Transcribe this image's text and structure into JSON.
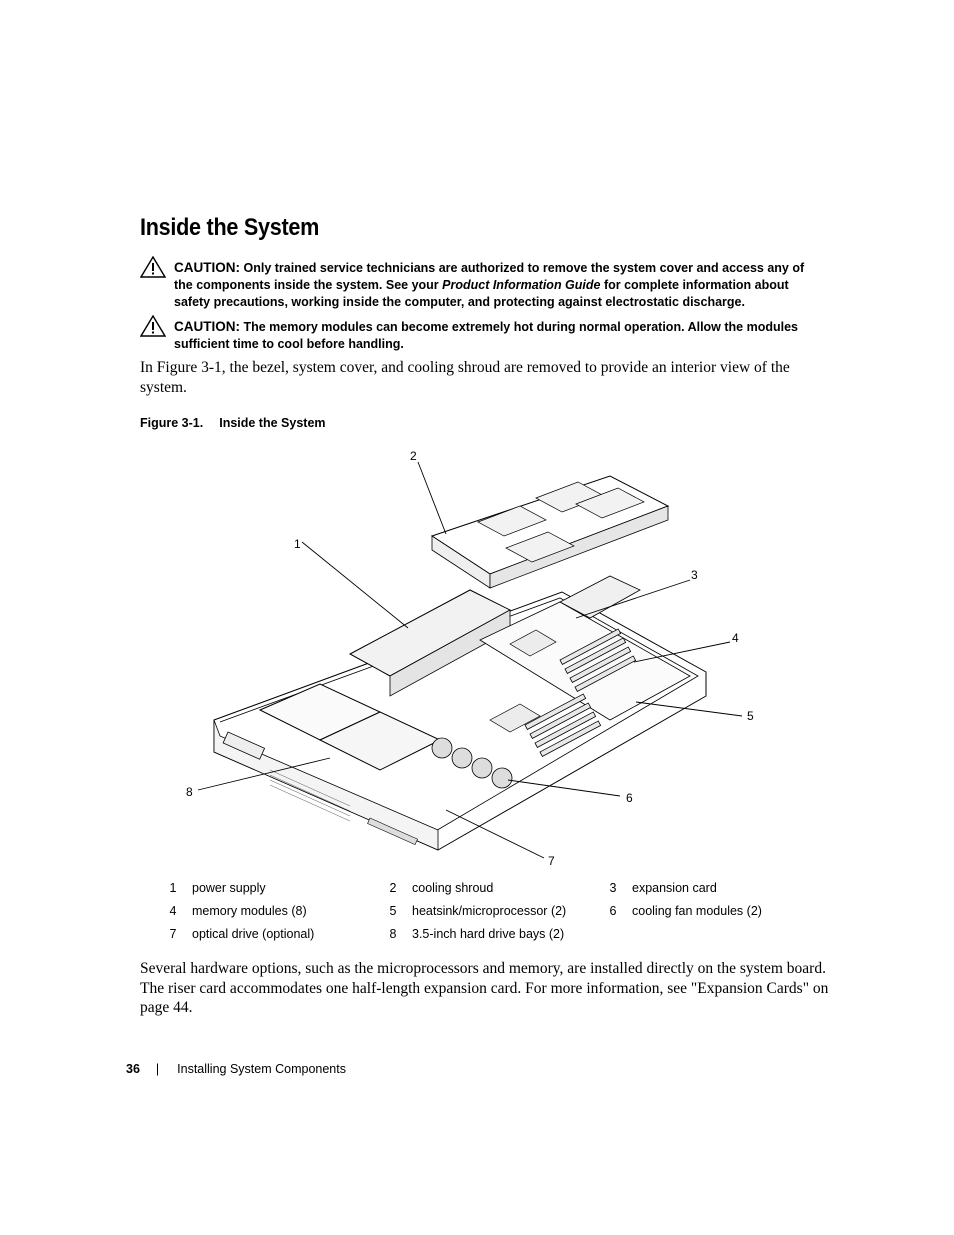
{
  "page": {
    "title": "Inside the System",
    "cautions": [
      {
        "label": "CAUTION:",
        "text_before": "Only trained service technicians are authorized to remove the system cover and access any of the components inside the system. See your ",
        "guide": "Product Information Guide",
        "text_after": " for complete information about safety precautions, working inside the computer, and protecting against electrostatic discharge."
      },
      {
        "label": "CAUTION:",
        "text_before": "The memory modules can become extremely hot during normal operation. Allow the modules sufficient time to cool before handling.",
        "guide": "",
        "text_after": ""
      }
    ],
    "intro": "In Figure 3-1, the bezel, system cover, and cooling shroud are removed to provide an interior view of the system.",
    "figure": {
      "number": "Figure 3-1.",
      "caption": "Inside the System",
      "callouts": [
        "1",
        "2",
        "3",
        "4",
        "5",
        "6",
        "7",
        "8"
      ]
    },
    "legend": {
      "rows": [
        [
          {
            "num": "1",
            "label": "power supply"
          },
          {
            "num": "2",
            "label": "cooling shroud"
          },
          {
            "num": "3",
            "label": "expansion card"
          }
        ],
        [
          {
            "num": "4",
            "label": "memory modules (8)"
          },
          {
            "num": "5",
            "label": "heatsink/microprocessor (2)"
          },
          {
            "num": "6",
            "label": "cooling fan modules (2)"
          }
        ],
        [
          {
            "num": "7",
            "label": "optical drive (optional)"
          },
          {
            "num": "8",
            "label": "3.5-inch hard drive bays (2)"
          }
        ]
      ]
    },
    "body": "Several hardware options, such as the microprocessors and memory, are installed directly on the system board. The riser card accommodates one half-length expansion card. For more information, see \"Expansion Cards\" on page 44.",
    "footer": {
      "page_number": "36",
      "separator": "|",
      "section": "Installing System Components"
    }
  }
}
